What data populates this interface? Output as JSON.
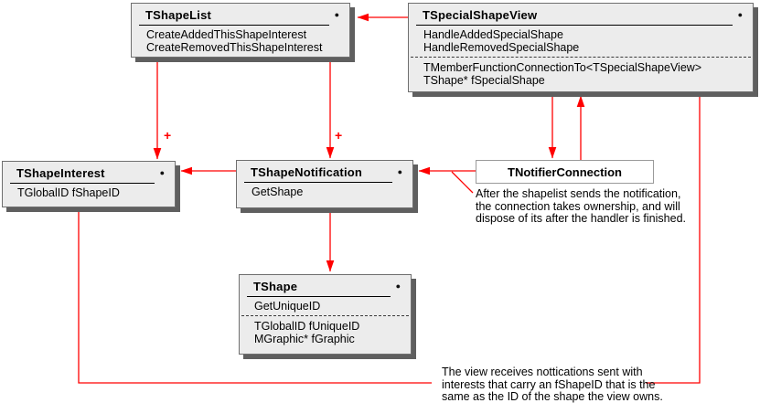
{
  "labels": {
    "bullet": "●",
    "plus": "+"
  },
  "colors": {
    "connector": "#ff0000",
    "box_fill": "#ececec",
    "box_shadow": "#5f5f5f",
    "text": "#000000"
  },
  "boxes": {
    "shape_list": {
      "title": "TShapeList",
      "method1": "CreateAddedThisShapeInterest",
      "method2": "CreateRemovedThisShapeInterest"
    },
    "special_shape_view": {
      "title": "TSpecialShapeView",
      "method1": "HandleAddedSpecialShape",
      "method2": "HandleRemovedSpecialShape",
      "field1": "TMemberFunctionConnectionTo<TSpecialShapeView>",
      "field2": "TShape* fSpecialShape"
    },
    "shape_interest": {
      "title": "TShapeInterest",
      "field1": "TGlobalID fShapeID"
    },
    "shape_notification": {
      "title": "TShapeNotification",
      "method1": "GetShape"
    },
    "notifier_connection": {
      "title": "TNotifierConnection"
    },
    "shape": {
      "title": "TShape",
      "method1": "GetUniqueID",
      "field1": "TGlobalID fUniqueID",
      "field2": "MGraphic* fGraphic"
    }
  },
  "annotations": {
    "connection_note": "After the shapelist sends the notification,\nthe connection takes ownership, and will\ndispose of its after the handler is finished.",
    "view_note": "The view receives nottications sent with\ninterests that carry an fShapeID  that is the\nsame as the ID of the shape the view owns."
  }
}
